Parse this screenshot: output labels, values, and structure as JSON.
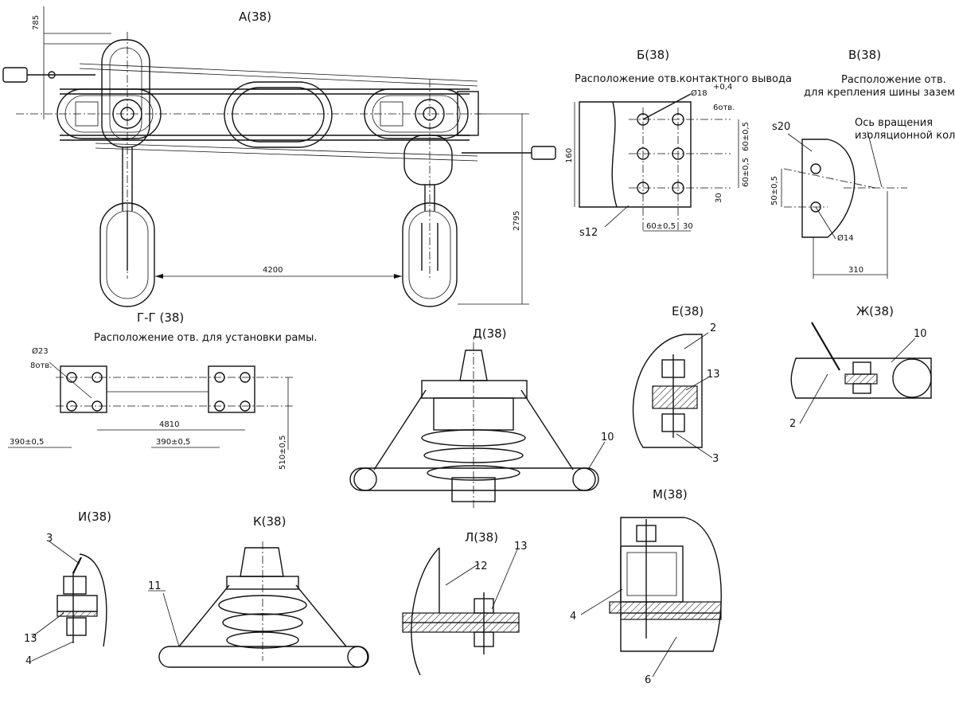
{
  "views": {
    "A": {
      "title": "А(38)",
      "dims": {
        "top": "785",
        "right": "2795",
        "span": "4200"
      }
    },
    "B": {
      "title": "Б(38)",
      "caption": "Расположение отв.контактного вывода",
      "hole": "Ø18",
      "hole_tol": "+0,4",
      "hole_count": "6отв.",
      "dims": {
        "height": "160",
        "v1": "60±0,5",
        "v2": "60±0,5",
        "v3": "30",
        "h1": "60±0,5",
        "h2": "30"
      },
      "thickness": "s12"
    },
    "V": {
      "title": "В(38)",
      "caption_line1": "Расположение отв.",
      "caption_line2": "для крепления шины заземления",
      "thickness": "s20",
      "axis_line1": "Ось вращения",
      "axis_line2": "изоляционной колонки",
      "dims": {
        "pitch": "50±0,5",
        "hole": "Ø14",
        "width": "310"
      }
    },
    "G": {
      "title": "Г-Г (38)",
      "caption": "Расположение отв. для установки рамы.",
      "hole": "Ø23",
      "hole_count": "8отв.",
      "dims": {
        "span": "4810",
        "left": "390±0,5",
        "mid": "390±0,5",
        "right": "510±0,5"
      }
    },
    "D": {
      "title": "Д(38)",
      "callout": "10"
    },
    "E": {
      "title": "Е(38)",
      "callouts": [
        "2",
        "13",
        "3"
      ]
    },
    "ZH": {
      "title": "Ж(38)",
      "callouts": [
        "10",
        "2"
      ]
    },
    "I": {
      "title": "И(38)",
      "callouts": [
        "3",
        "13",
        "4"
      ]
    },
    "K": {
      "title": "К(38)",
      "callout": "11"
    },
    "L": {
      "title": "Л(38)",
      "callouts": [
        "12",
        "13"
      ]
    },
    "M": {
      "title": "М(38)",
      "callouts": [
        "4",
        "6"
      ]
    }
  }
}
